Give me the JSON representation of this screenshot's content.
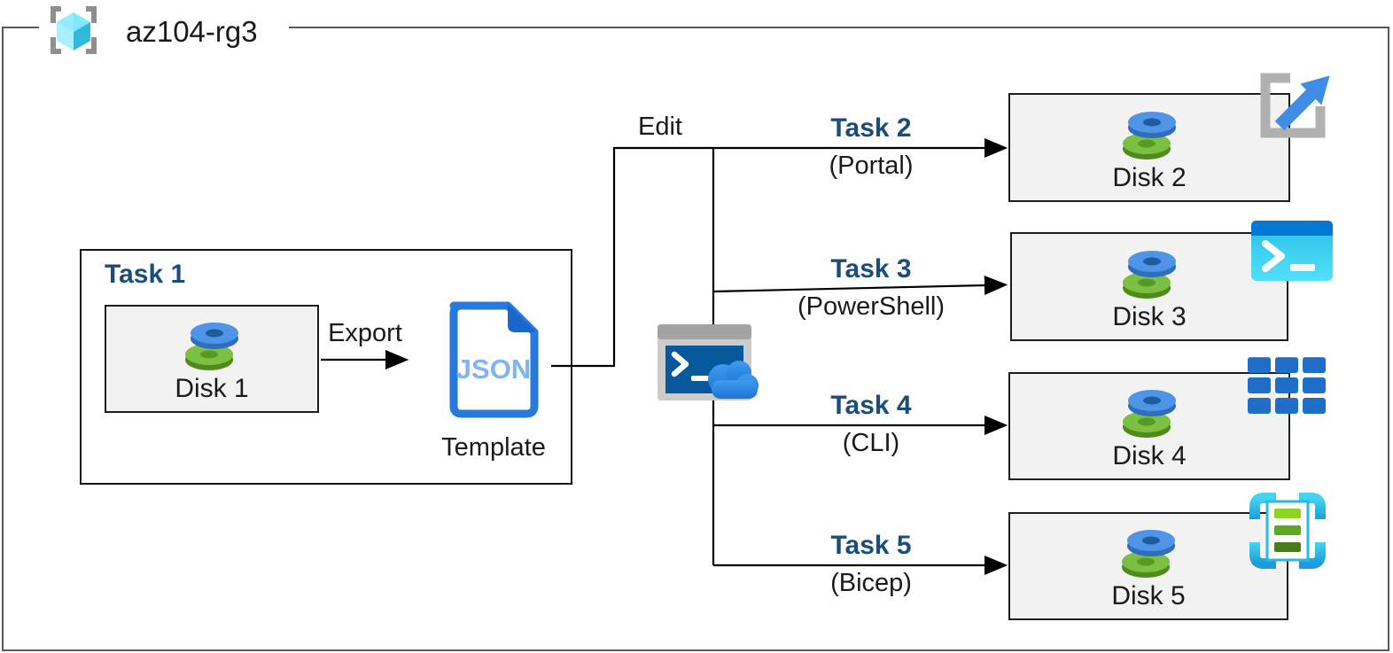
{
  "diagram": {
    "palette": {
      "task_label_blue": "#1B4D7C",
      "outer_border_gray": "#5A5A5A",
      "box_border_black": "#141414",
      "disk_box_fill": "#F2F2F2",
      "disk_blue": "#4E95E8",
      "disk_green": "#7BC043",
      "json_file_blue": "#2679DD",
      "resource_group_cyan": "#50E6FF",
      "shell_terminal_blue": "#05589B"
    },
    "resource_group": {
      "label": "az104-rg3",
      "icon": "resource-group-icon"
    },
    "task1": {
      "title": "Task 1",
      "disk_label": "Disk 1",
      "disk_icon": "managed-disk-icon",
      "export_label": "Export",
      "json_text": "JSON",
      "template_label": "Template",
      "template_icon": "json-file-icon"
    },
    "edit_label": "Edit",
    "cloud_shell_icon": "cloud-shell-icon",
    "branches": [
      {
        "task": "Task 2",
        "method": "(Portal)",
        "disk": "Disk 2",
        "icon": "azure-portal-icon"
      },
      {
        "task": "Task 3",
        "method": "(PowerShell)",
        "disk": "Disk 3",
        "icon": "powershell-icon"
      },
      {
        "task": "Task 4",
        "method": "(CLI)",
        "disk": "Disk 4",
        "icon": "azure-cli-icon"
      },
      {
        "task": "Task 5",
        "method": "(Bicep)",
        "disk": "Disk 5",
        "icon": "bicep-template-icon"
      }
    ]
  }
}
